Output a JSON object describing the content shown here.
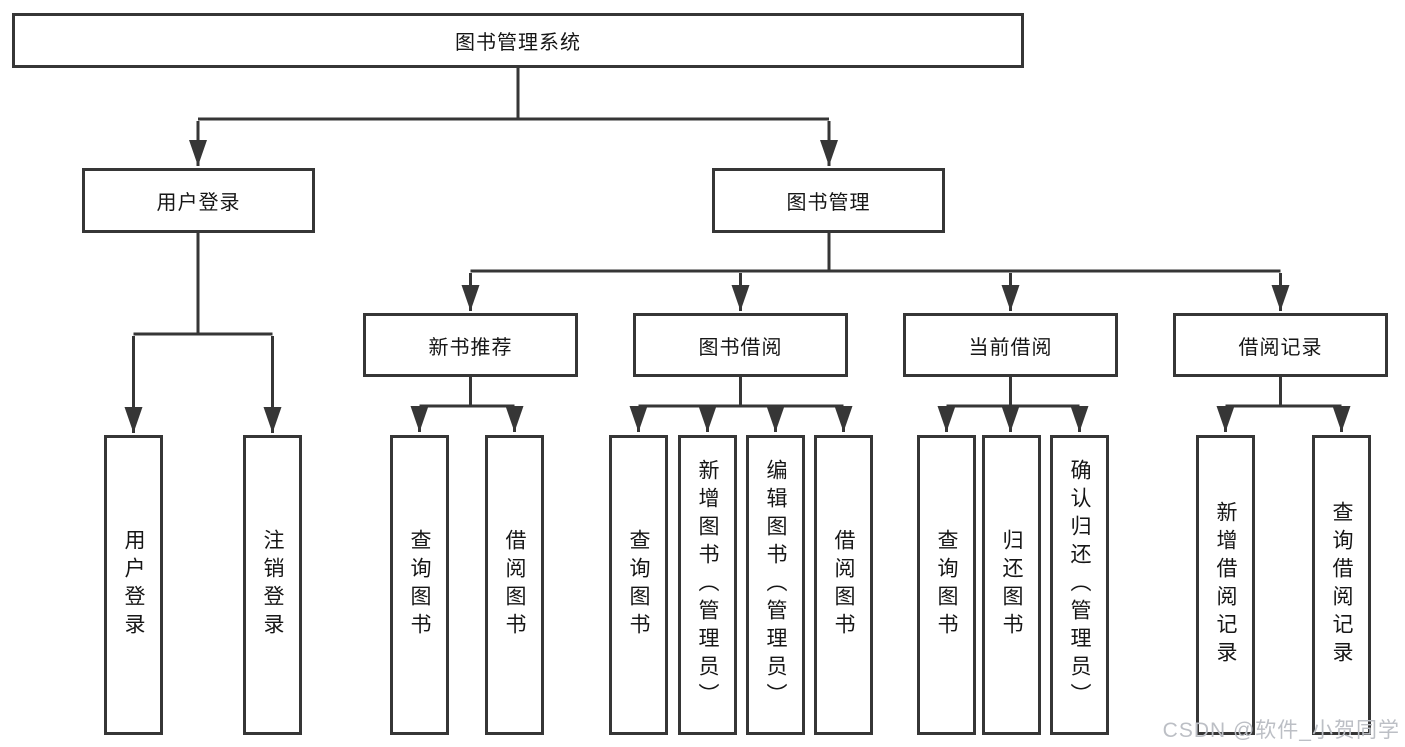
{
  "diagram": {
    "root": {
      "label": "图书管理系统"
    },
    "branches": [
      {
        "label": "用户登录",
        "children": [
          {
            "label": "用户登录"
          },
          {
            "label": "注销登录"
          }
        ]
      },
      {
        "label": "图书管理",
        "children": [
          {
            "label": "新书推荐",
            "children": [
              {
                "label": "查询图书"
              },
              {
                "label": "借阅图书"
              }
            ]
          },
          {
            "label": "图书借阅",
            "children": [
              {
                "label": "查询图书"
              },
              {
                "label": "新增图书（管理员）"
              },
              {
                "label": "编辑图书（管理员）"
              },
              {
                "label": "借阅图书"
              }
            ]
          },
          {
            "label": "当前借阅",
            "children": [
              {
                "label": "查询图书"
              },
              {
                "label": "归还图书"
              },
              {
                "label": "确认归还（管理员）"
              }
            ]
          },
          {
            "label": "借阅记录",
            "children": [
              {
                "label": "新增借阅记录"
              },
              {
                "label": "查询借阅记录"
              }
            ]
          }
        ]
      }
    ]
  },
  "colors": {
    "line": "#363636",
    "box_border": "#363636",
    "text": "#161616",
    "watermark": "#bcbfc5",
    "background": "#ffffff"
  },
  "watermark": "CSDN @软件_小贺同学"
}
